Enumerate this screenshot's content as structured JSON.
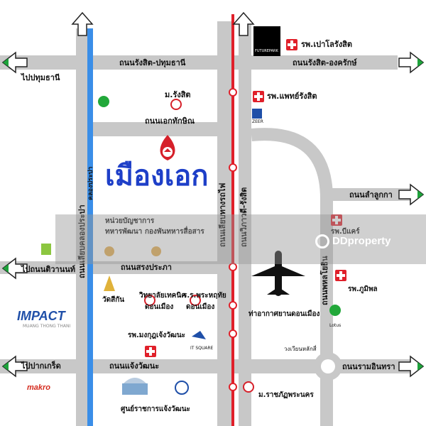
{
  "colors": {
    "road": "#c8c8c8",
    "blue_canal": "#3a8ee8",
    "rail": "#e0202a",
    "arrow_fill": "#ffffff",
    "arrow_stroke": "#222222",
    "arrow_green": "#1ea33b",
    "brand_blue": "#1e3fc8",
    "hospital_red": "#e0202a"
  },
  "roads": {
    "rangsit_pathum": "ถนนรังสิต-ปทุมธานี",
    "rangsit_ongkharak": "ถนนรังสิต-องครักษ์",
    "ek_thakshin": "ถนนเอกทักษิณ",
    "songprapa": "ถนนสรงประภา",
    "chaengwattana": "ถนนแจ้งวัฒนะ",
    "ram_intra": "ถนนรามอินทรา",
    "lam_lukka": "ถนนลำลูกกา",
    "phahon_yothin": "ถนนพหลโยธิน",
    "vibhavadi": "ถนนวิภาวดี-รังสิต",
    "rail_road": "ถนนเลียบทางรถไฟ",
    "canal_road": "ถนนเลียบคลองประปา",
    "canal_name": "คลองประปา"
  },
  "directions": {
    "pathum": "ไปปทุมธานี",
    "tiwanon": "ไปถนนติวานนท์",
    "pak_kret": "ไปปากเกร็ด"
  },
  "places": {
    "brand": "เมืองเอก",
    "rangsit_univ": "ม.รังสิต",
    "paolo_hospital": "รพ.เปาโลรังสิต",
    "phaet_hospital": "รพ.แพทย์รังสิต",
    "army_unit_1": "หน่วยบัญชาการ",
    "army_unit_2": "ทหารพัฒนา",
    "aviation_1": "กองพันทหารสื่อสาร",
    "wat": "วัดสีกัน",
    "tech_1": "วิทยาลัยเทคนิค",
    "tech_2": "ดอนเมือง",
    "school_1": "ร.ร.พระหฤทัย",
    "school_2": "ดอนเมือง",
    "mongkut_hospital": "รพ.มงกุฎเจ้งวัฒนะ",
    "airport": "ท่าอากาศยานดอนเมือง",
    "bhumibol_hospital": "รพ.ภูมิพล",
    "bike_hospital": "รพ.บีแคร์",
    "roundabout": "วงเวียนหลักสี่",
    "rajabhat": "ม.ราชภัฏพระนคร",
    "gov_center": "ศูนย์ราชการแจ้งวัฒนะ",
    "impact": "IMPACT",
    "impact_sub": "MUANG THONG THANI",
    "makro": "makro",
    "future_park": "FUTUREPARK",
    "zeer": "ZEER",
    "it_square": "IT SQUARE",
    "tesco": "Lotus"
  },
  "watermark": "DDproperty"
}
